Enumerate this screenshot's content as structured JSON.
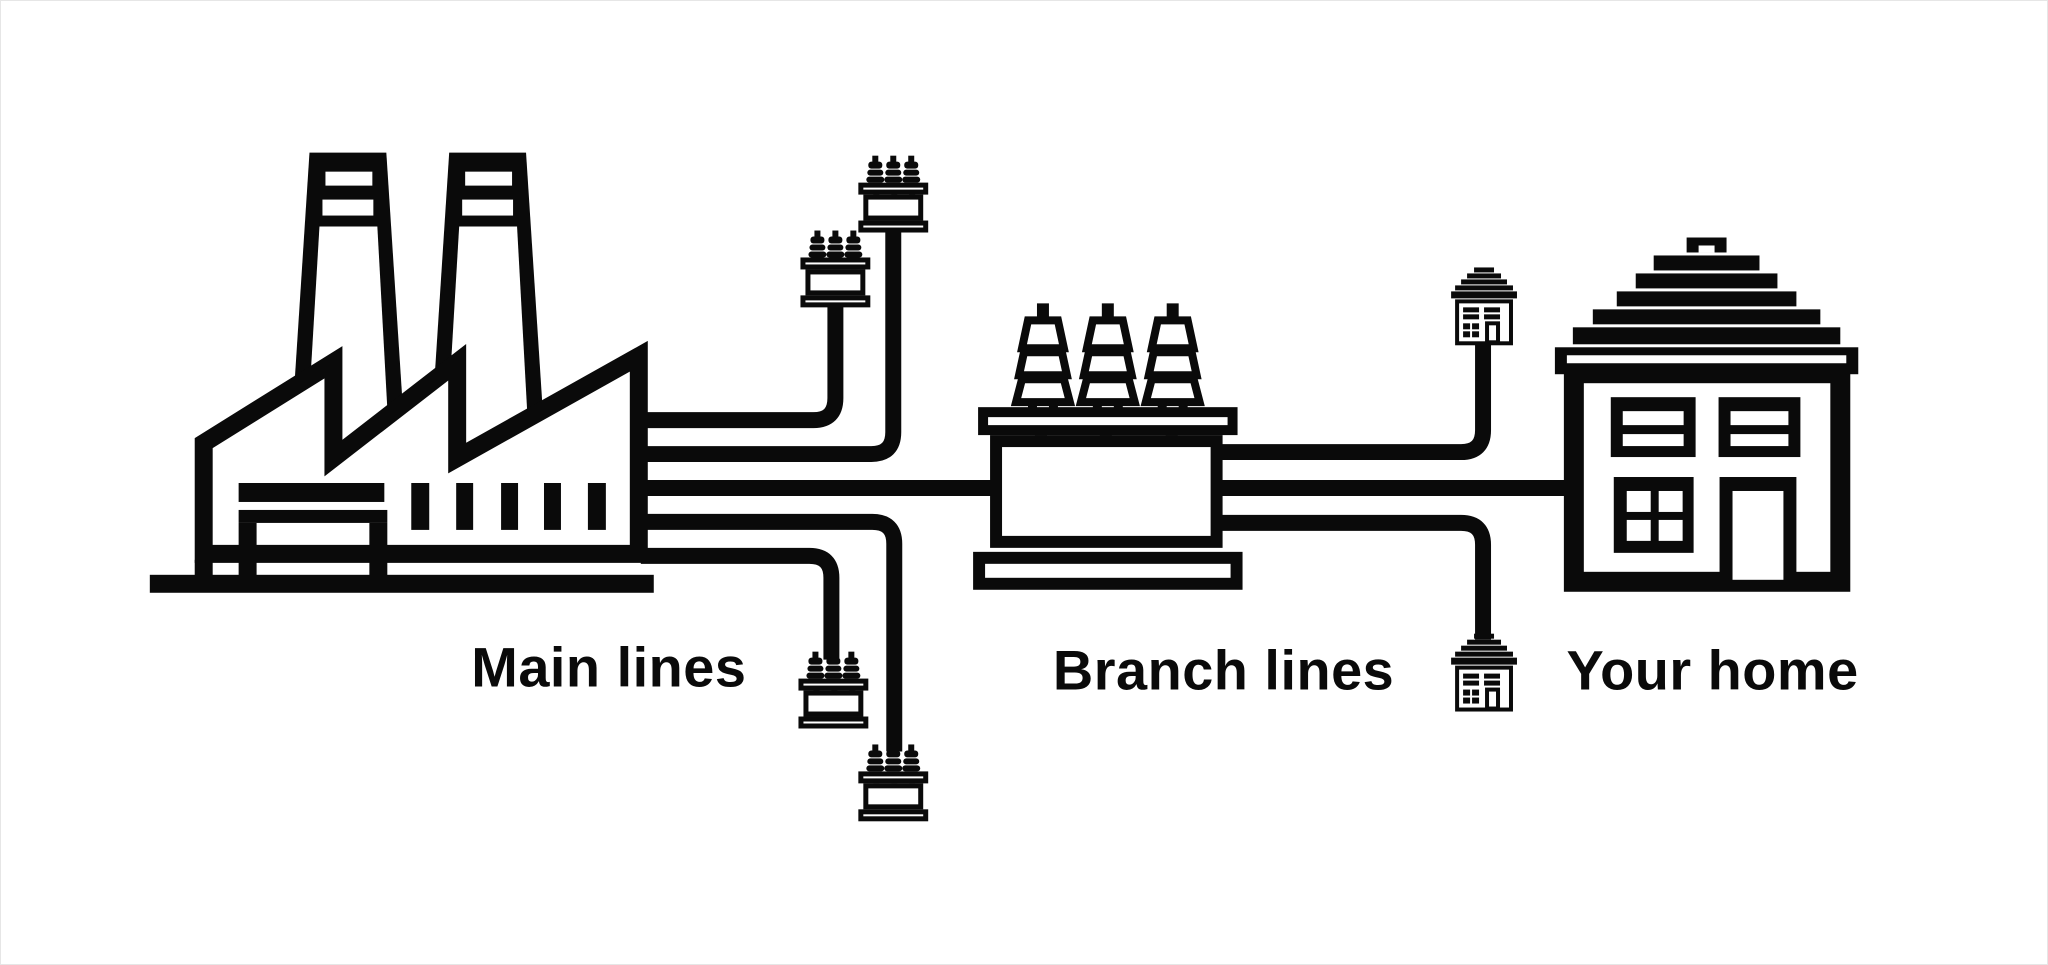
{
  "canvas": {
    "background": "#ffffff",
    "ink": "#0a0a0a"
  },
  "labels": {
    "main_lines": "Main lines",
    "branch_lines": "Branch lines",
    "your_home": "Your home"
  },
  "icons": {
    "power_plant": "power-plant-icon",
    "pole_transformer": "pole-transformer-icon",
    "distribution_transformer": "distribution-transformer-icon",
    "small_house": "small-house-icon",
    "home": "home-icon"
  }
}
